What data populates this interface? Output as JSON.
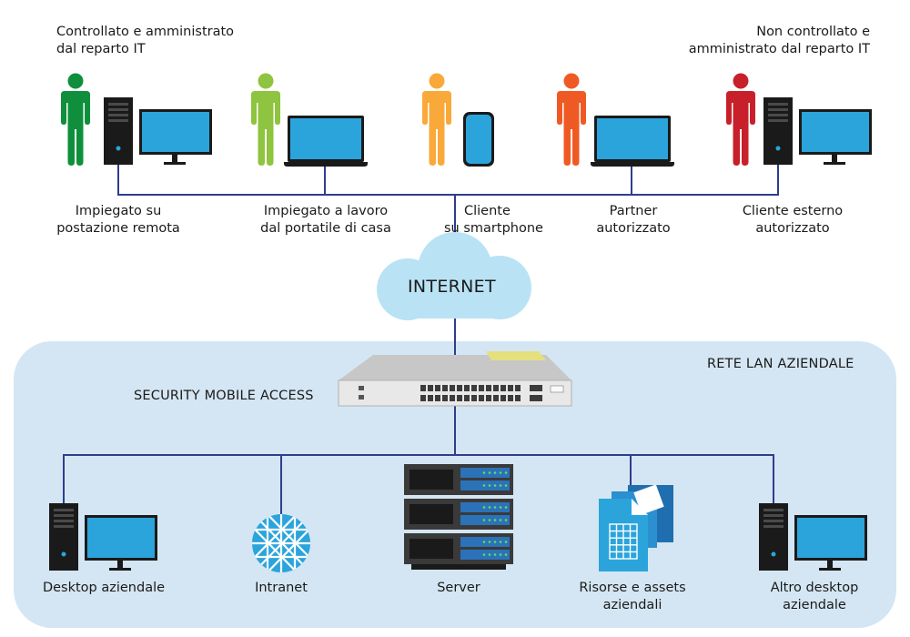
{
  "header": {
    "left": [
      "Controllato e amministrato",
      "dal reparto IT"
    ],
    "right": [
      "Non controllato e",
      "amministrato dal reparto IT"
    ]
  },
  "cloud_label": "INTERNET",
  "gateway_label": "SECURITY MOBILE ACCESS",
  "lan_label": "RETE LAN AZIENDALE",
  "users": [
    {
      "lines": [
        "Impiegato su",
        "postazione remota"
      ],
      "color": "#0f8f3c"
    },
    {
      "lines": [
        "Impiegato a lavoro",
        "dal portatile di casa"
      ],
      "color": "#8ec43f"
    },
    {
      "lines": [
        "Cliente",
        "su smartphone"
      ],
      "color": "#f9a93a"
    },
    {
      "lines": [
        "Partner",
        "autorizzato"
      ],
      "color": "#ef5a24"
    },
    {
      "lines": [
        "Cliente esterno",
        "autorizzato"
      ],
      "color": "#c8202a"
    }
  ],
  "resources": [
    {
      "lines": [
        "Desktop aziendale"
      ]
    },
    {
      "lines": [
        "Intranet"
      ]
    },
    {
      "lines": [
        "Server"
      ]
    },
    {
      "lines": [
        "Risorse e assets",
        "aziendali"
      ]
    },
    {
      "lines": [
        "Altro desktop",
        "aziendale"
      ]
    }
  ],
  "colors": {
    "line": "#2f3d8f",
    "lan_bg": "#d4e6f3",
    "cloud": "#b9e3f4",
    "screen": "#2ba4dc"
  }
}
